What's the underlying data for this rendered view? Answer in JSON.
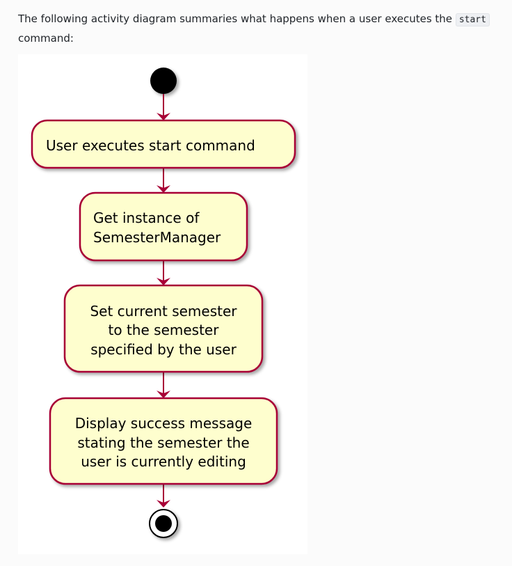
{
  "intro": {
    "before": "The following activity diagram summaries what happens when a user executes the",
    "code": "start",
    "after": "command:"
  },
  "diagram": {
    "colors": {
      "node_fill": "#fefece",
      "node_stroke": "#a80036",
      "arrow": "#a80036",
      "start_node": "#000000"
    },
    "nodes": [
      {
        "lines": [
          "User executes start command"
        ]
      },
      {
        "lines": [
          "Get instance of",
          "SemesterManager"
        ]
      },
      {
        "lines": [
          "Set current semester",
          "to the semester",
          "specified by the user"
        ]
      },
      {
        "lines": [
          "Display success message",
          "stating the semester the",
          "user is currently editing"
        ]
      }
    ]
  }
}
